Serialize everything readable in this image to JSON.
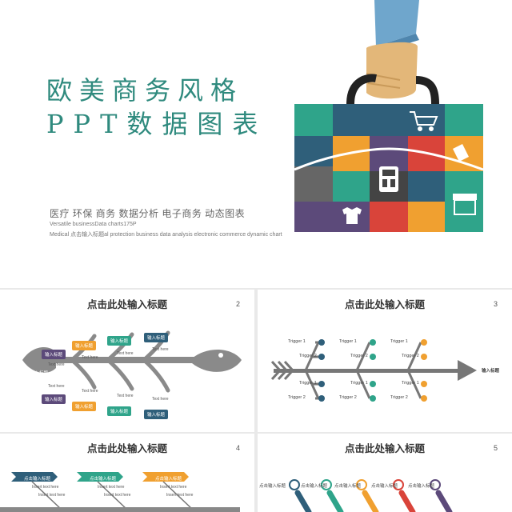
{
  "cover": {
    "title_line1": "欧美商务风格",
    "title_line2": "PPT数据图表",
    "tags": "医疗  环保  商务  数据分析  电子商务  动态图表",
    "subtitle_en1": "Versatile businessData charts175P",
    "subtitle_en2": "Medical 点击输入标题al protection business data analysis electronic commerce dynamic chart"
  },
  "slides": [
    {
      "title": "点击此处输入标题",
      "num": "2",
      "fish_head_label": "输入标题",
      "labels": [
        "输入标题",
        "输入标题",
        "输入标题",
        "输入标题",
        "输入标题",
        "输入标题",
        "输入标题",
        "输入标题"
      ],
      "text": "Text here"
    },
    {
      "title": "点击此处输入标题",
      "num": "3",
      "arrow_label": "输入标题",
      "triggers": [
        "Trigger 1",
        "Trigger 2",
        "Trigger 1",
        "Trigger 2",
        "Trigger 1",
        "Trigger 2",
        "Trigger 1",
        "Trigger 2",
        "Trigger 1",
        "Trigger 2",
        "Trigger 1",
        "Trigger 2"
      ]
    },
    {
      "title": "点击此处输入标题",
      "num": "4",
      "labels": [
        "点击输入标题",
        "点击输入标题",
        "点击输入标题"
      ],
      "text": "Insert text here"
    },
    {
      "title": "点击此处输入标题",
      "num": "5",
      "labels": [
        "点击输入标题",
        "点击输入标题",
        "点击输入标题",
        "点击输入标题",
        "点击输入标题"
      ]
    }
  ],
  "colors": {
    "teal": "#2f8a7e",
    "purple": "#5c4a7a",
    "orange": "#f0a030",
    "green": "#2fa48a",
    "navy": "#2f5f7a",
    "red": "#d9443a",
    "gray": "#777777",
    "bluegray": "#3f6f8a"
  }
}
